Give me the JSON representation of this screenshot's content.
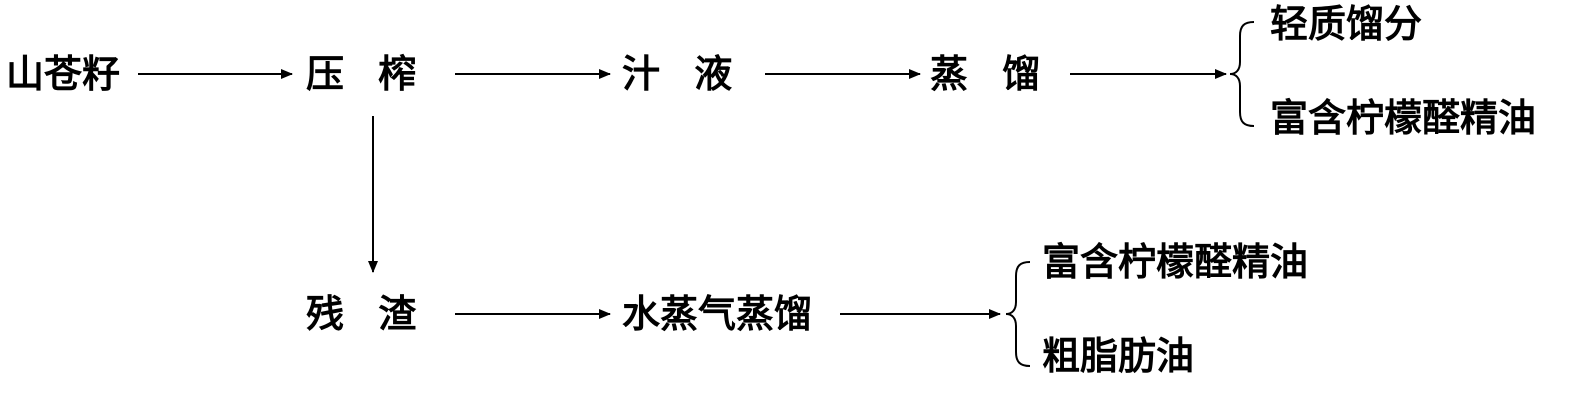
{
  "nodes": {
    "raw_material": "山苍籽",
    "press": "压榨",
    "juice": "汁液",
    "distill": "蒸馏",
    "residue": "残渣",
    "steam_distill": "水蒸气蒸馏"
  },
  "products": {
    "distill_light": "轻质馏分",
    "distill_citral": "富含柠檬醛精油",
    "steam_citral": "富含柠檬醛精油",
    "steam_crude_fat": "粗脂肪油"
  }
}
